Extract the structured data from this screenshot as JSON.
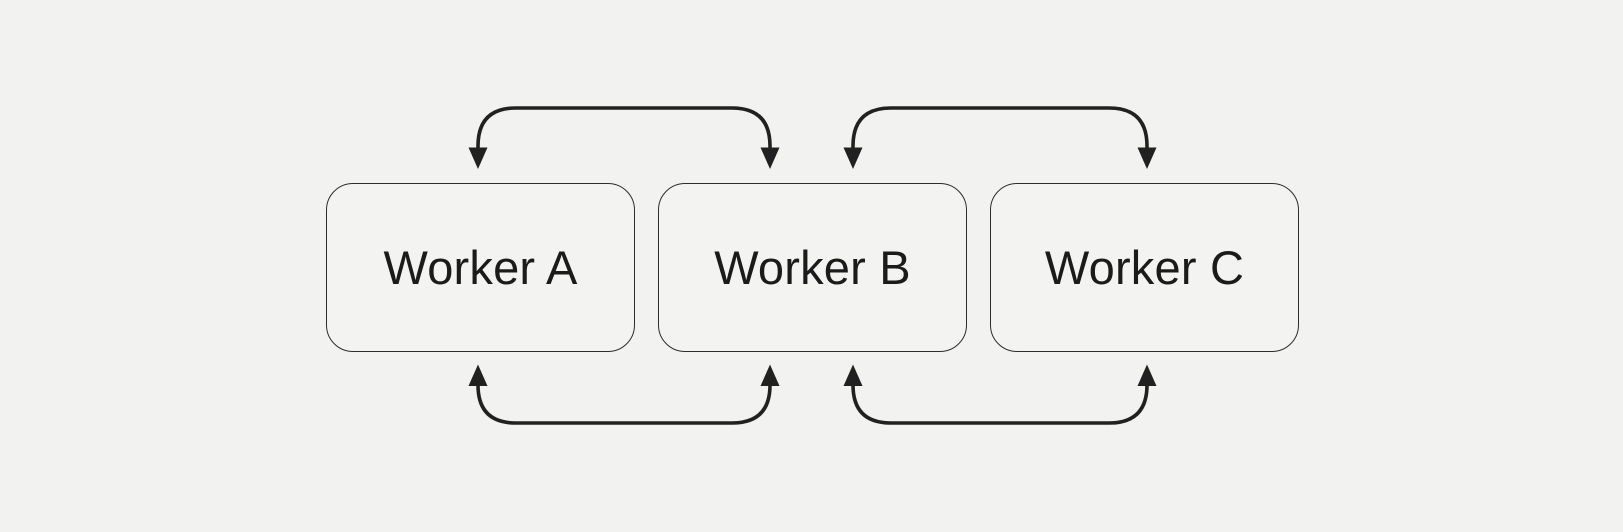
{
  "colors": {
    "background": "#f2f2f0",
    "node_fill": "#f3f3f1",
    "node_border": "#2d2d2d",
    "arrow": "#212121",
    "text": "#1b1b1b"
  },
  "diagram": {
    "type": "node-link",
    "description": "Three worker boxes in a row linked by bidirectional curved arrows above and below",
    "nodes": [
      {
        "id": "worker-a",
        "label": "Worker A"
      },
      {
        "id": "worker-b",
        "label": "Worker B"
      },
      {
        "id": "worker-c",
        "label": "Worker C"
      }
    ],
    "edges": [
      {
        "from": "worker-a",
        "to": "worker-b",
        "direction": "bidirectional",
        "position": "top"
      },
      {
        "from": "worker-b",
        "to": "worker-c",
        "direction": "bidirectional",
        "position": "top"
      },
      {
        "from": "worker-a",
        "to": "worker-b",
        "direction": "bidirectional",
        "position": "bottom"
      },
      {
        "from": "worker-b",
        "to": "worker-c",
        "direction": "bidirectional",
        "position": "bottom"
      }
    ]
  }
}
